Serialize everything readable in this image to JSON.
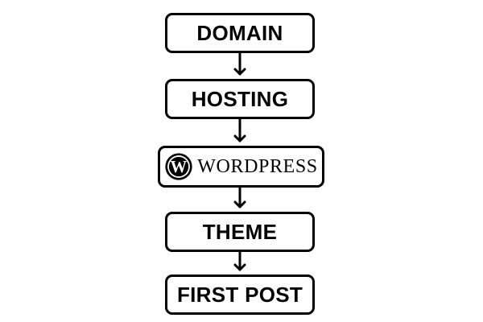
{
  "steps": [
    {
      "label": "DOMAIN"
    },
    {
      "label": "HOSTING"
    },
    {
      "label": "WordPress",
      "icon": "wordpress-logo-icon"
    },
    {
      "label": "THEME"
    },
    {
      "label": "FIRST POST"
    }
  ],
  "colors": {
    "stroke": "#000000",
    "fill": "#ffffff"
  }
}
